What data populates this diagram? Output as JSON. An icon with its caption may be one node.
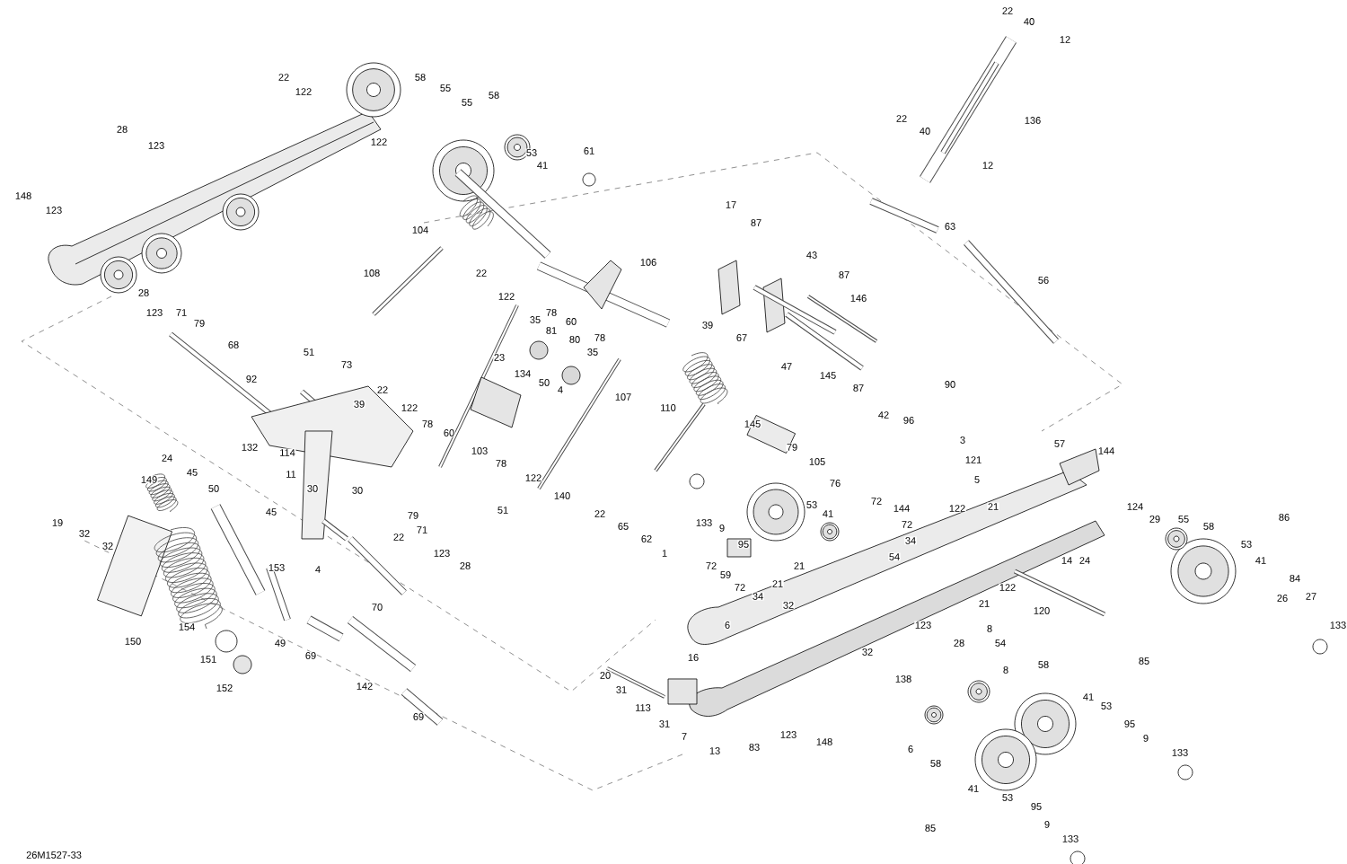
{
  "diagram": {
    "labels": [
      "22",
      "122",
      "28",
      "123",
      "122",
      "148",
      "123",
      "58",
      "55",
      "55",
      "58",
      "53",
      "41",
      "61",
      "104",
      "108",
      "22",
      "40",
      "12",
      "22",
      "40",
      "136",
      "12",
      "63",
      "56",
      "28",
      "123",
      "71",
      "79",
      "68",
      "51",
      "73",
      "92",
      "39",
      "22",
      "122",
      "78",
      "60",
      "22",
      "122",
      "78",
      "60",
      "106",
      "35",
      "81",
      "80",
      "78",
      "35",
      "23",
      "134",
      "50",
      "4",
      "107",
      "17",
      "87",
      "43",
      "87",
      "146",
      "39",
      "67",
      "47",
      "145",
      "87",
      "110",
      "145",
      "42",
      "90",
      "96",
      "132",
      "114",
      "24",
      "45",
      "149",
      "50",
      "11",
      "30",
      "30",
      "19",
      "32",
      "32",
      "45",
      "79",
      "71",
      "22",
      "123",
      "153",
      "4",
      "70",
      "150",
      "154",
      "49",
      "69",
      "151",
      "152",
      "142",
      "69",
      "103",
      "78",
      "122",
      "140",
      "51",
      "28",
      "22",
      "65",
      "62",
      "1",
      "133",
      "9",
      "95",
      "76",
      "53",
      "41",
      "72",
      "21",
      "54",
      "79",
      "105",
      "72",
      "59",
      "72",
      "34",
      "21",
      "32",
      "6",
      "16",
      "32",
      "20",
      "31",
      "113",
      "31",
      "7",
      "13",
      "83",
      "123",
      "148",
      "3",
      "121",
      "5",
      "57",
      "144",
      "144",
      "122",
      "72",
      "34",
      "21",
      "124",
      "29",
      "55",
      "58",
      "86",
      "14",
      "24",
      "53",
      "41",
      "84",
      "26",
      "27",
      "122",
      "120",
      "21",
      "8",
      "123",
      "28",
      "133",
      "54",
      "8",
      "58",
      "85",
      "138",
      "6",
      "58",
      "41",
      "53",
      "95",
      "9",
      "133",
      "41",
      "53",
      "95",
      "9",
      "133",
      "85",
      "26M1527-33"
    ]
  }
}
